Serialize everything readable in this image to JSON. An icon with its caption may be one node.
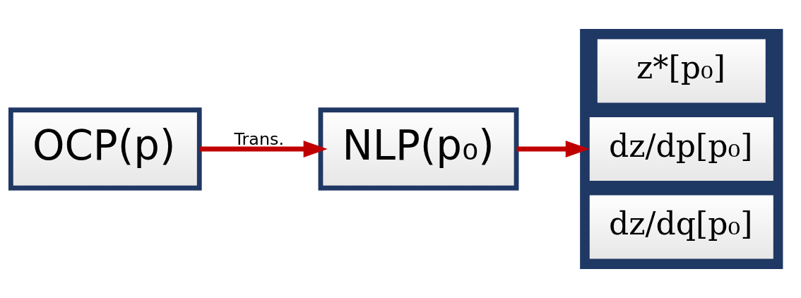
{
  "diagram": {
    "nodes": [
      {
        "text": [
          "OCP(p)"
        ]
      },
      {
        "text": [
          "NLP(p₀)"
        ]
      },
      {
        "text": [],
        "shape": "box"
      },
      {
        "text": [
          "z*[p₀]"
        ],
        "in": 2
      },
      {
        "text": [
          "dz/dp[p₀]"
        ],
        "in": 2
      },
      {
        "text": [
          "dz/dq[p₀]"
        ],
        "in": 2
      }
    ],
    "edges": [
      {
        "from": 0,
        "to": 1,
        "arrow": "to",
        "label": "Trans."
      },
      {
        "from": 1,
        "to": 2,
        "arrow": "to"
      }
    ]
  }
}
